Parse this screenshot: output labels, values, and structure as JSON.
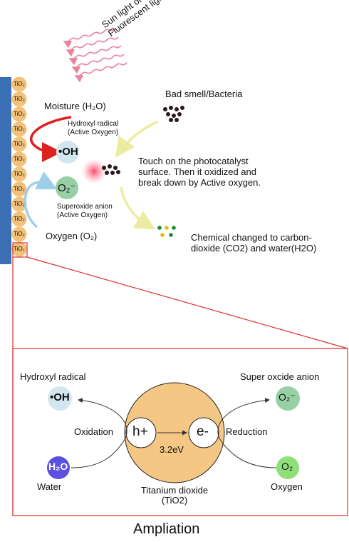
{
  "colors": {
    "substrate": "#3a6fb4",
    "tio2_ball": "#f2c27a",
    "red_arrow": "#dd2020",
    "blue_arrow": "#9dd0e8",
    "yellow_arrow": "#f0f0a8",
    "light_rays": "#e8849c",
    "zoom_frame": "#dd3030",
    "big_ball": "#f4c785",
    "oh_bubble": "#d2e6f0",
    "o2_bubble": "#98d0a6",
    "h2o_bubble": "#5b50e0",
    "o2_light_bubble": "#8fe078"
  },
  "top": {
    "light_label_line1": "Sun light or",
    "light_label_line2": "Fluorescent light",
    "tio2_label": "TiO₂",
    "moisture_label": "Moisture (H₂O)",
    "hydroxyl_label_line1": "Hydroxyl radical",
    "hydroxyl_label_line2": "(Active Oxygen)",
    "oh_symbol": "•OH",
    "superoxide_symbol": "O₂⁻",
    "superoxide_label_line1": "Superoxide anion",
    "superoxide_label_line2": "(Active Oxygen)",
    "oxygen_label": "Oxygen (O₂)",
    "bad_smell_label": "Bad smell/Bacteria",
    "touch_text_line1": "Touch on the photocatalyst",
    "touch_text_line2": "surface. Then it oxidized and",
    "touch_text_line3": "break down by Active oxygen.",
    "chemical_text_line1": "Chemical changed to carbon-",
    "chemical_text_line2": "dioxide (CO2) and water(H2O)"
  },
  "bottom": {
    "hydroxyl_title": "Hydroxyl radical",
    "oh_symbol": "•OH",
    "superoxide_title": "Super oxcide anion",
    "o2_minus_symbol": "O₂⁻",
    "oxidation_label": "Oxidation",
    "reduction_label": "Reduction",
    "h_plus": "h+",
    "e_minus": "e-",
    "energy": "3.2eV",
    "h2o_symbol": "H₂O",
    "water_label": "Water",
    "o2_symbol": "O₂",
    "oxygen_label": "Oxygen",
    "tio2_line1": "Titanium dioxide",
    "tio2_line2": "(TiO2)",
    "ampliation": "Ampliation"
  }
}
